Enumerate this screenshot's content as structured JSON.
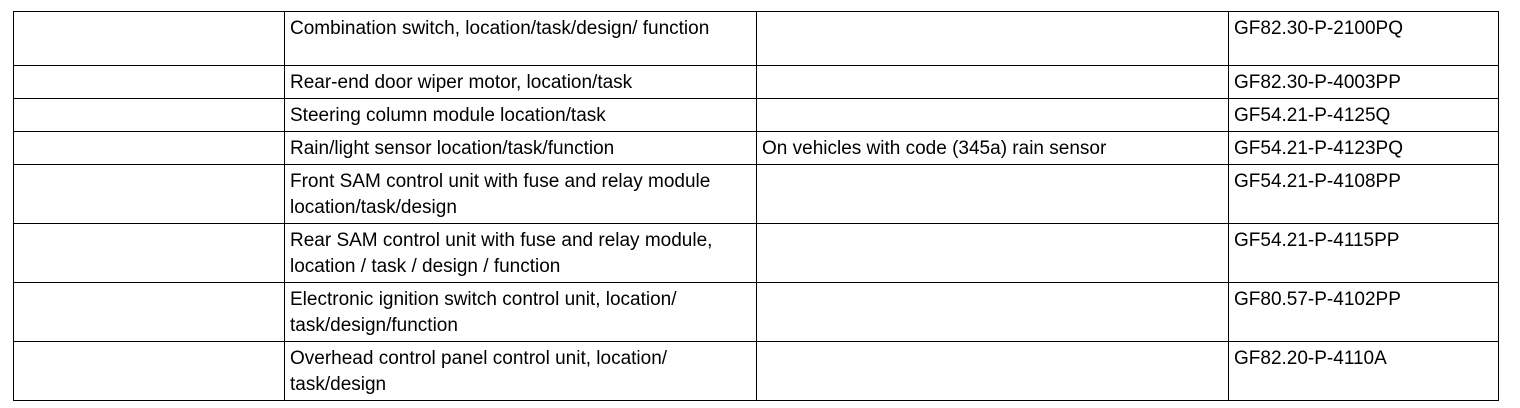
{
  "table": {
    "rows": [
      {
        "blank": "",
        "description": "Combination switch, location/task/design/ function",
        "condition": "",
        "document": "GF82.30-P-2100PQ"
      },
      {
        "blank": "",
        "description": "Rear-end door wiper motor, location/task",
        "condition": "",
        "document": "GF82.30-P-4003PP"
      },
      {
        "blank": "",
        "description": "Steering column module location/task",
        "condition": "",
        "document": "GF54.21-P-4125Q"
      },
      {
        "blank": "",
        "description": "Rain/light sensor location/task/function",
        "condition": "On vehicles with code (345a) rain sensor",
        "document": "GF54.21-P-4123PQ"
      },
      {
        "blank": "",
        "description": "Front SAM control unit with fuse and relay module location/task/design",
        "condition": "",
        "document": "GF54.21-P-4108PP"
      },
      {
        "blank": "",
        "description": "Rear SAM control unit with fuse and relay module, location / task / design / function",
        "condition": "",
        "document": "GF54.21-P-4115PP"
      },
      {
        "blank": "",
        "description": "Electronic ignition switch control unit, location/ task/design/function",
        "condition": "",
        "document": "GF80.57-P-4102PP"
      },
      {
        "blank": "",
        "description": "Overhead control panel control unit, location/ task/design",
        "condition": "",
        "document": "GF82.20-P-4110A"
      }
    ]
  }
}
